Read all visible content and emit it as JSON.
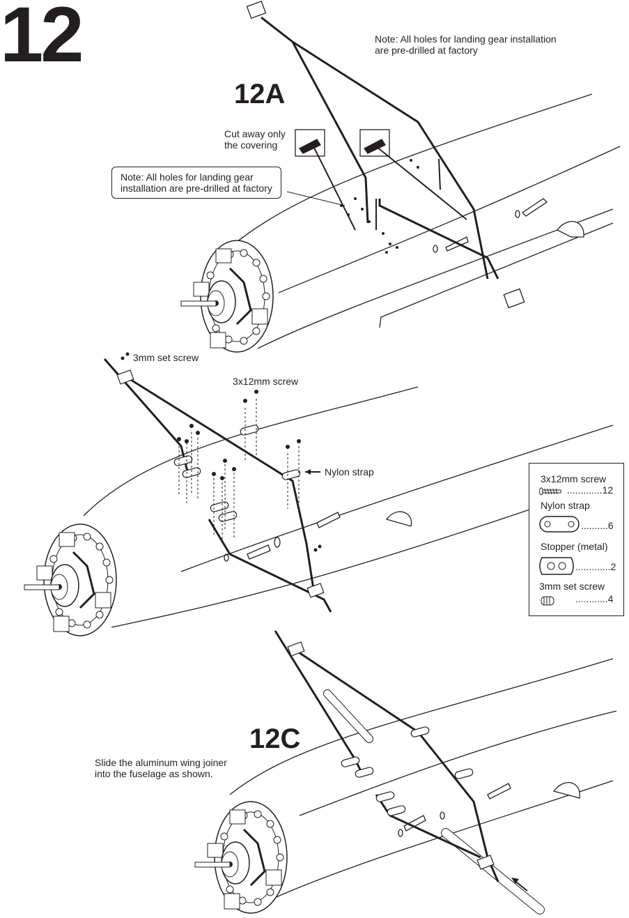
{
  "step": {
    "number": "12"
  },
  "steps": {
    "a": {
      "label": "12A"
    },
    "c": {
      "label": "12C"
    }
  },
  "notes": {
    "top_right": "Note: All holes for landing gear installation\nare pre-drilled at factory",
    "cut_covering": "Cut away only\nthe covering",
    "callout": "Note: All holes for landing gear\ninstallation are pre-drilled at factory",
    "set_screw": "3mm set screw",
    "screw_3x12": "3x12mm screw",
    "nylon_strap": "Nylon strap",
    "wing_joiner": "Slide the aluminum wing joiner\ninto the fuselage as shown."
  },
  "parts": [
    {
      "name": "3x12mm screw",
      "qty": ".............12",
      "icon": "screw-icon"
    },
    {
      "name": "Nylon strap",
      "qty": "..........6",
      "icon": "nylon-strap-icon"
    },
    {
      "name": "Stopper (metal)",
      "qty": ".............2",
      "icon": "stopper-icon"
    },
    {
      "name": "3mm set screw",
      "qty": "............4",
      "icon": "set-screw-icon"
    }
  ]
}
